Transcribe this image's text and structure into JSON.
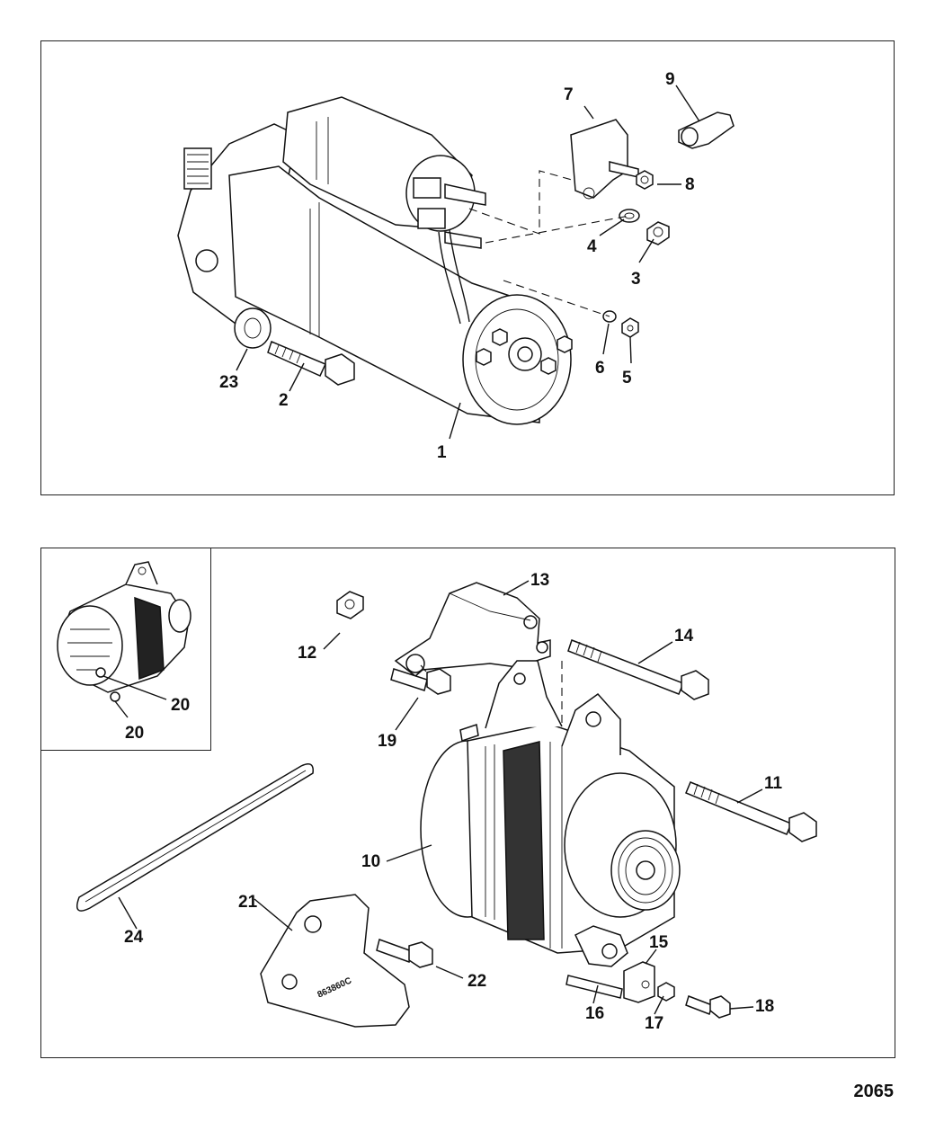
{
  "top_panel": {
    "labels": [
      "1",
      "2",
      "3",
      "4",
      "5",
      "6",
      "7",
      "8",
      "9",
      "23"
    ]
  },
  "bottom_panel": {
    "labels": [
      "10",
      "11",
      "12",
      "13",
      "14",
      "15",
      "16",
      "17",
      "18",
      "19",
      "20",
      "20",
      "21",
      "22",
      "24"
    ],
    "bracket_stamp": "863860C"
  },
  "figure_number": "2065"
}
